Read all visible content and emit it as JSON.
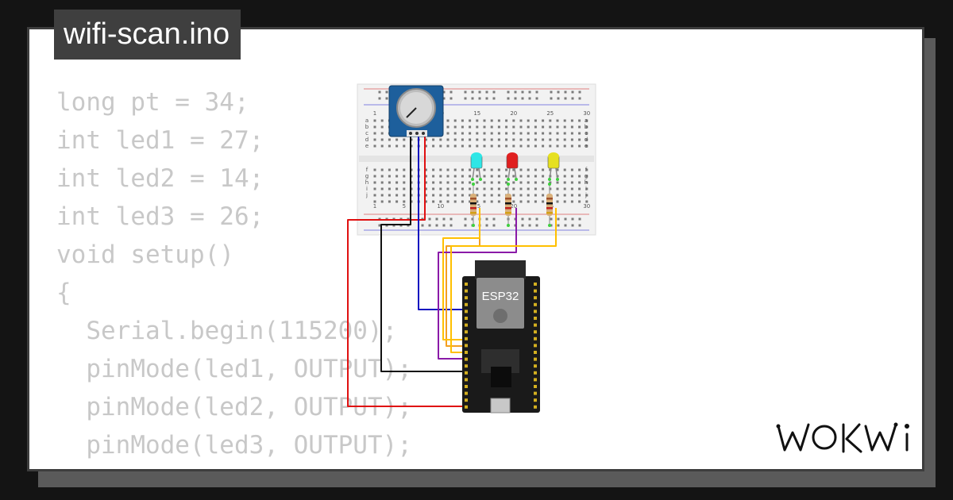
{
  "header": {
    "filename": "wifi-scan.ino"
  },
  "code": {
    "lines": [
      "long pt = 34;",
      "int led1 = 27;",
      "int led2 = 14;",
      "int led3 = 26;",
      "void setup()",
      "{",
      "  Serial.begin(115200);",
      "  pinMode(led1, OUTPUT);",
      "  pinMode(led2, OUTPUT);",
      "  pinMode(led3, OUTPUT);",
      "}"
    ]
  },
  "circuit": {
    "board_label": "ESP32",
    "breadboard_numbers": [
      "1",
      "5",
      "10",
      "15",
      "20",
      "25",
      "30"
    ],
    "breadboard_rows_top": [
      "a",
      "b",
      "c",
      "d",
      "e"
    ],
    "breadboard_rows_bottom": [
      "f",
      "g",
      "h",
      "i",
      "j"
    ],
    "led_colors": [
      "#2ee6e6",
      "#e02020",
      "#e6e020"
    ],
    "wire_colors": {
      "red": "#e01010",
      "black": "#111111",
      "blue": "#1010c0",
      "yellow": "#ffc000",
      "purple": "#8a1aa8",
      "orange": "#f4a020"
    }
  },
  "brand": {
    "logo_text": "WOKWi"
  }
}
